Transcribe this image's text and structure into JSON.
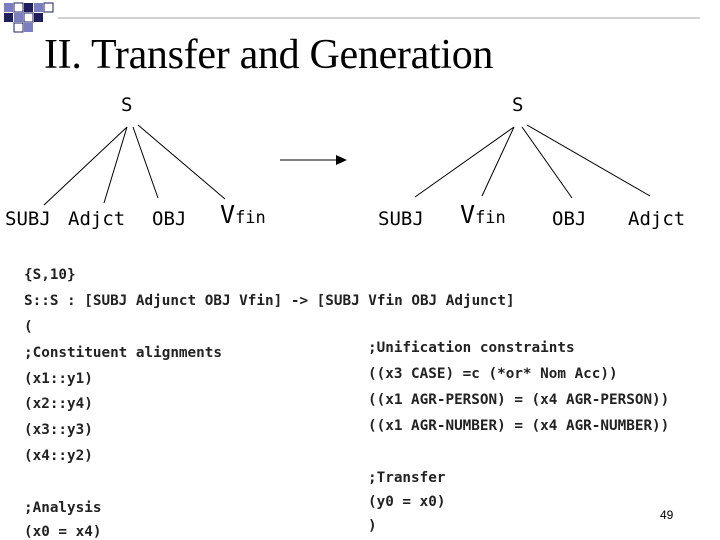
{
  "slide": {
    "title": "II. Transfer and Generation",
    "page_number": "49"
  },
  "source_tree": {
    "root": "S",
    "children": [
      "SUBJ",
      "Adjct",
      "OBJ"
    ],
    "verb": {
      "main": "V",
      "sub": "fin"
    }
  },
  "target_tree": {
    "root": "S",
    "child_subj": "SUBJ",
    "verb": {
      "main": "V",
      "sub": "fin"
    },
    "child_obj": "OBJ",
    "child_adjct": "Adjct"
  },
  "rule": {
    "header": "{S,10}",
    "mapping": "S::S : [SUBJ Adjunct OBJ Vfin] -> [SUBJ Vfin OBJ Adjunct]",
    "open_paren": "(",
    "alignments_comment": ";Constituent alignments",
    "alignments": [
      "(x1::y1)",
      "(x2::y4)",
      "(x3::y3)",
      "(x4::y2)"
    ],
    "analysis_comment": ";Analysis",
    "analysis": "(x0 = x4)",
    "unification_comment": ";Unification constraints",
    "constraints": [
      "((x3 CASE) =c (*or* Nom Acc))",
      "((x1 AGR-PERSON) = (x4 AGR-PERSON))",
      "((x1 AGR-NUMBER) = (x4 AGR-NUMBER))"
    ],
    "transfer_comment": ";Transfer",
    "transfer": "(y0 = x0)",
    "close_paren": ")"
  },
  "colors": {
    "deco_dark": "#1f1f5c",
    "deco_light": "#7b7fbf",
    "rule_line": "#a6a6a6"
  }
}
